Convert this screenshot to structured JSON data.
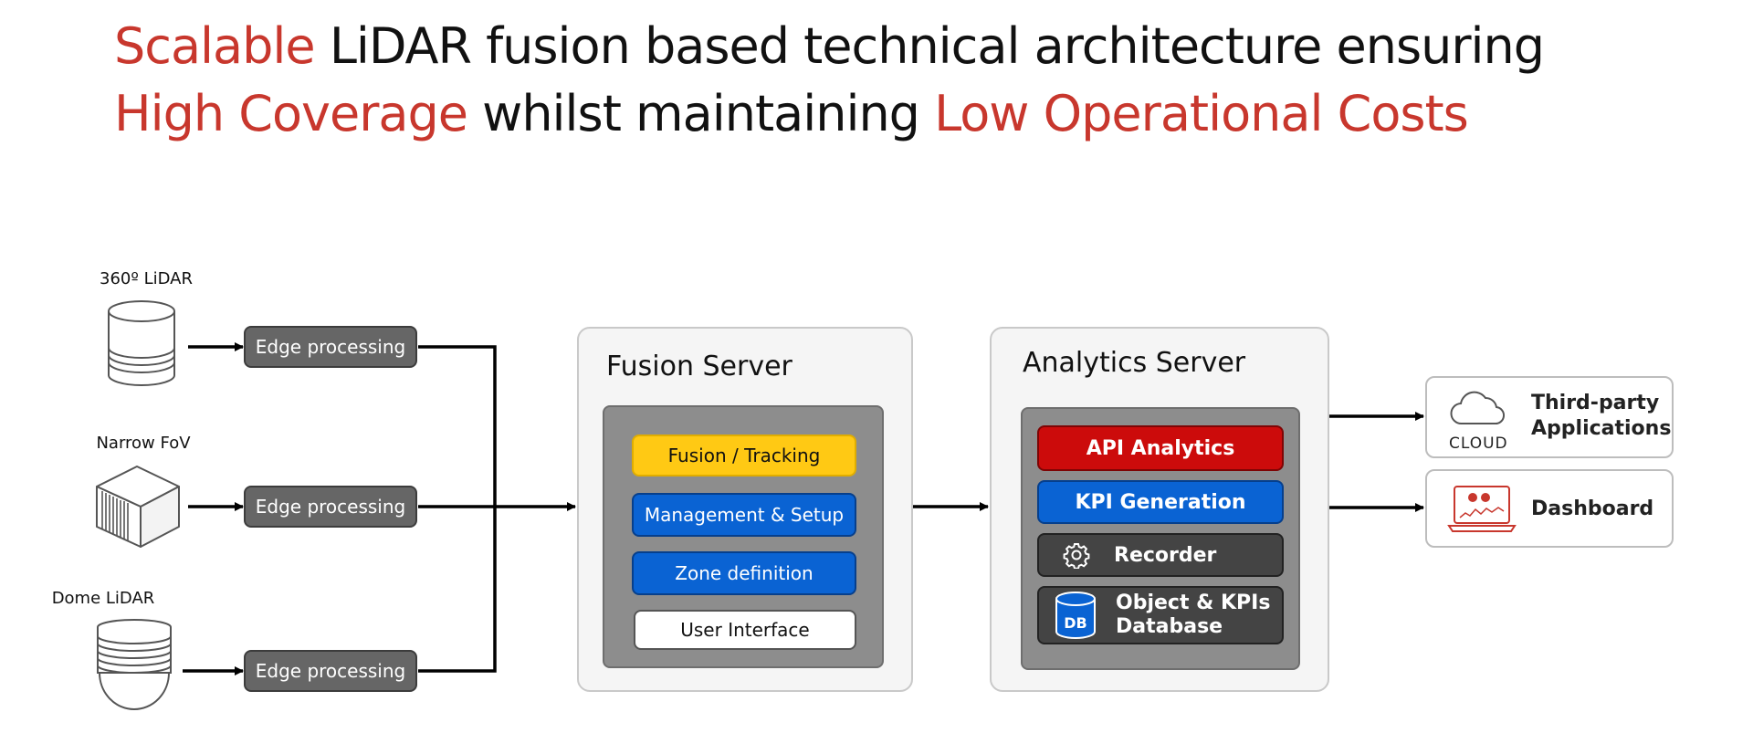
{
  "headline": {
    "line1": [
      {
        "text": "Scalable",
        "accent": true
      },
      {
        "text": " LiDAR fusion based technical architecture ensuring",
        "accent": false
      }
    ],
    "line2": [
      {
        "text": "High Coverage",
        "accent": true
      },
      {
        "text": " whilst maintaining ",
        "accent": false
      },
      {
        "text": "Low Operational Costs",
        "accent": true
      }
    ]
  },
  "colors": {
    "accent": "#c8372d",
    "fusion_tracking": "#ffc914",
    "module_blue": "#0a63d3",
    "api_red": "#cc0b0b",
    "module_dark": "#444444",
    "edge_grey": "#666666"
  },
  "sensors": [
    {
      "label": "360º LiDAR",
      "icon": "cylinder-lidar-icon",
      "edge_label": "Edge processing"
    },
    {
      "label": "Narrow FoV",
      "icon": "cube-lidar-icon",
      "edge_label": "Edge processing"
    },
    {
      "label": "Dome LiDAR",
      "icon": "dome-lidar-icon",
      "edge_label": "Edge processing"
    }
  ],
  "fusion_server": {
    "title": "Fusion Server",
    "modules": [
      "Fusion / Tracking",
      "Management & Setup",
      "Zone definition",
      "User Interface"
    ]
  },
  "analytics_server": {
    "title": "Analytics Server",
    "modules": {
      "api": "API Analytics",
      "kpi": "KPI Generation",
      "recorder": "Recorder",
      "database_line1": "Object & KPIs",
      "database_line2": "Database",
      "db_icon_text": "DB"
    }
  },
  "outputs": {
    "cloud": {
      "icon_caption": "CLOUD",
      "line1": "Third-party",
      "line2": "Applications"
    },
    "dashboard": {
      "label": "Dashboard"
    }
  }
}
